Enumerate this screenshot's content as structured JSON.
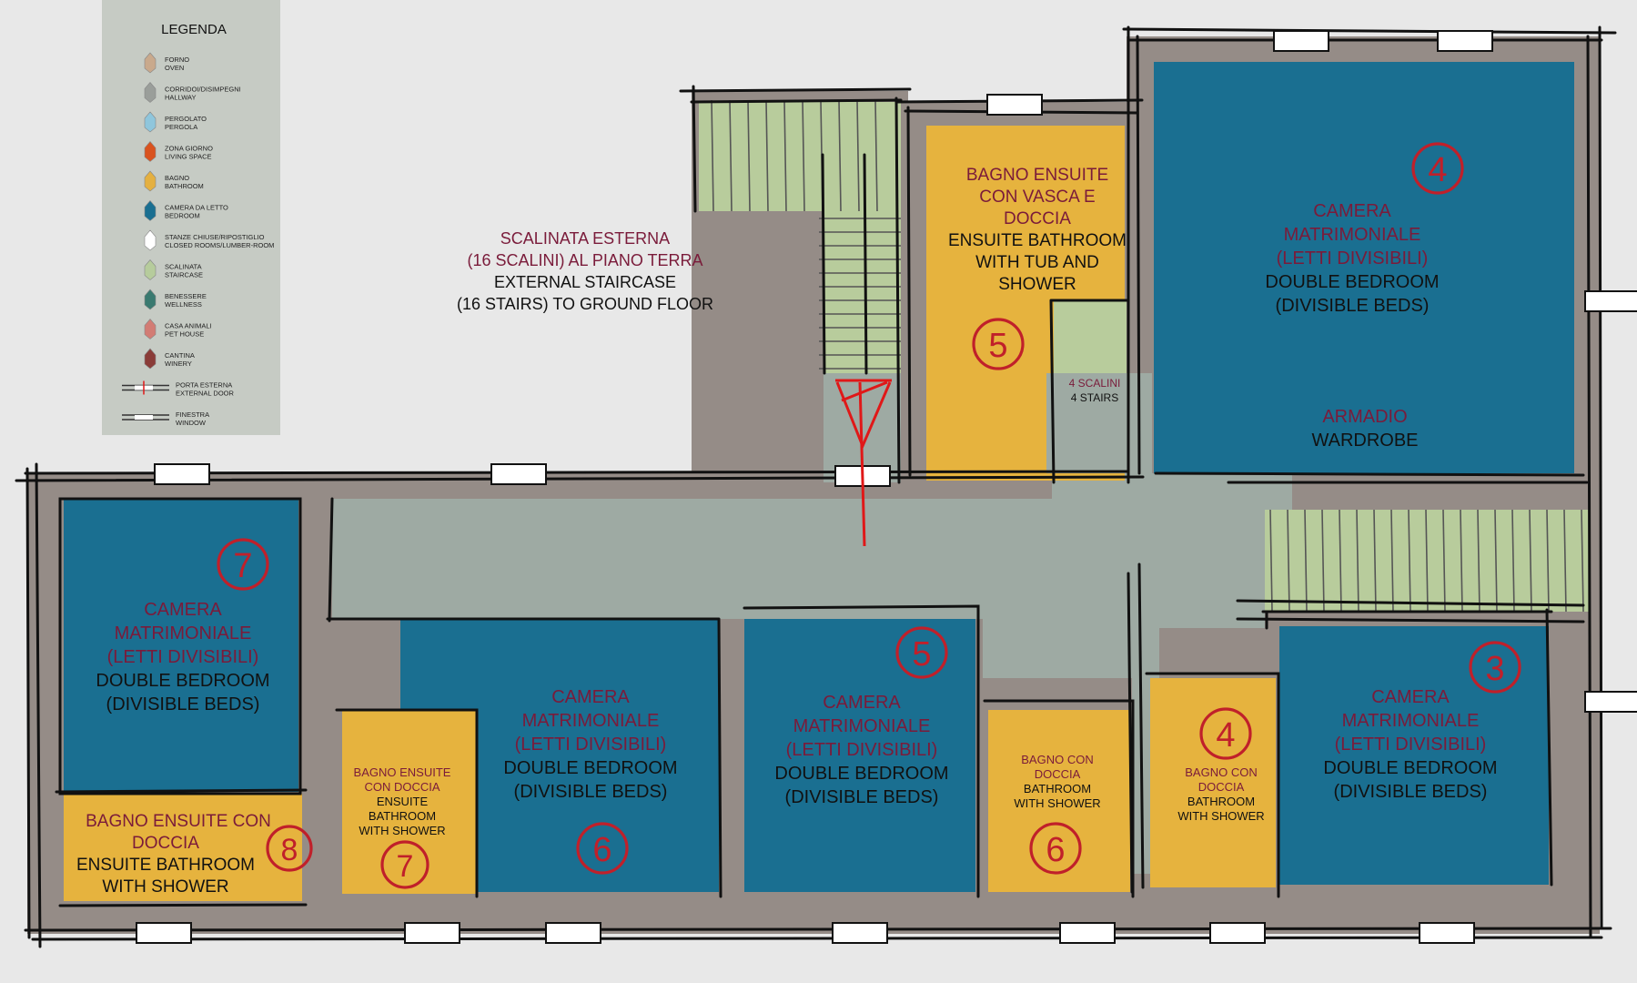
{
  "legend": {
    "title": "LEGENDA",
    "items": [
      {
        "it": "FORNO",
        "en": "OVEN",
        "color": "#c9a98c"
      },
      {
        "it": "CORRIDOI/DISIMPEGNI",
        "en": "HALLWAY",
        "color": "#9a9e9a"
      },
      {
        "it": "PERGOLATO",
        "en": "PERGOLA",
        "color": "#8fc6dc"
      },
      {
        "it": "ZONA GIORNO",
        "en": "LIVING SPACE",
        "color": "#d9531f"
      },
      {
        "it": "BAGNO",
        "en": "BATHROOM",
        "color": "#e4b040"
      },
      {
        "it": "CAMERA DA LETTO",
        "en": "BEDROOM",
        "color": "#1a6f91"
      },
      {
        "it": "STANZE CHIUSE/RIPOSTIGLIO",
        "en": "CLOSED ROOMS/LUMBER-ROOM",
        "color": "#ffffff"
      },
      {
        "it": "SCALINATA",
        "en": "STAIRCASE",
        "color": "#b6cc9c"
      },
      {
        "it": "BENESSERE",
        "en": "WELLNESS",
        "color": "#3a7a70"
      },
      {
        "it": "CASA ANIMALI",
        "en": "PET HOUSE",
        "color": "#d27c74"
      },
      {
        "it": "CANTINA",
        "en": "WINERY",
        "color": "#8a3c38"
      },
      {
        "it": "PORTA ESTERNA",
        "en": "EXTERNAL DOOR",
        "color": "#ffffff"
      },
      {
        "it": "FINESTRA",
        "en": "WINDOW",
        "color": "#ffffff"
      }
    ]
  },
  "colors": {
    "wall": "#958c87",
    "hall": "#9eaaa3",
    "bath": "#e6b33e",
    "bed": "#1a6f91",
    "stair": "#b8cc9c",
    "bg": "#e8e8e8",
    "italian": "#7a1b3a",
    "marker": "#c0202a"
  },
  "staircase": {
    "it1": "SCALINATA ESTERNA",
    "it2": "(16 SCALINI) AL PIANO TERRA",
    "en1": "EXTERNAL STAIRCASE",
    "en2": "(16 STAIRS) TO GROUND FLOOR"
  },
  "steps": {
    "it": "4 SCALINI",
    "en": "4 STAIRS"
  },
  "rooms": {
    "bath5": {
      "num": "5",
      "it1": "BAGNO ENSUITE",
      "it2": "CON VASCA E",
      "it3": "DOCCIA",
      "en1": "ENSUITE BATHROOM",
      "en2": "WITH TUB AND",
      "en3": "SHOWER"
    },
    "bed4": {
      "num": "4",
      "it1": "CAMERA",
      "it2": "MATRIMONIALE",
      "it3": "(LETTI DIVISIBILI)",
      "en1": "DOUBLE BEDROOM",
      "en2": "(DIVISIBLE BEDS)",
      "wardrobe_it": "ARMADIO",
      "wardrobe_en": "WARDROBE"
    },
    "bed7": {
      "num": "7",
      "it1": "CAMERA",
      "it2": "MATRIMONIALE",
      "it3": "(LETTI DIVISIBILI)",
      "en1": "DOUBLE BEDROOM",
      "en2": "(DIVISIBLE BEDS)"
    },
    "bath8": {
      "num": "8",
      "it1": "BAGNO ENSUITE CON",
      "it2": "DOCCIA",
      "en1": "ENSUITE BATHROOM",
      "en2": "WITH SHOWER"
    },
    "bath7": {
      "num": "7",
      "it1": "BAGNO ENSUITE",
      "it2": "CON DOCCIA",
      "en1": "ENSUITE",
      "en2": "BATHROOM",
      "en3": "WITH SHOWER"
    },
    "bed6": {
      "num": "6",
      "it1": "CAMERA",
      "it2": "MATRIMONIALE",
      "it3": "(LETTI DIVISIBILI)",
      "en1": "DOUBLE BEDROOM",
      "en2": "(DIVISIBLE BEDS)"
    },
    "bed5": {
      "num": "5",
      "it1": "CAMERA",
      "it2": "MATRIMONIALE",
      "it3": "(LETTI DIVISIBILI)",
      "en1": "DOUBLE BEDROOM",
      "en2": "(DIVISIBLE BEDS)"
    },
    "bath6": {
      "num": "6",
      "it1": "BAGNO CON",
      "it2": "DOCCIA",
      "en1": "BATHROOM",
      "en2": "WITH SHOWER"
    },
    "bath4": {
      "num": "4",
      "it1": "BAGNO CON",
      "it2": "DOCCIA",
      "en1": "BATHROOM",
      "en2": "WITH SHOWER"
    },
    "bed3": {
      "num": "3",
      "it1": "CAMERA",
      "it2": "MATRIMONIALE",
      "it3": "(LETTI DIVISIBILI)",
      "en1": "DOUBLE BEDROOM",
      "en2": "(DIVISIBLE BEDS)"
    }
  }
}
